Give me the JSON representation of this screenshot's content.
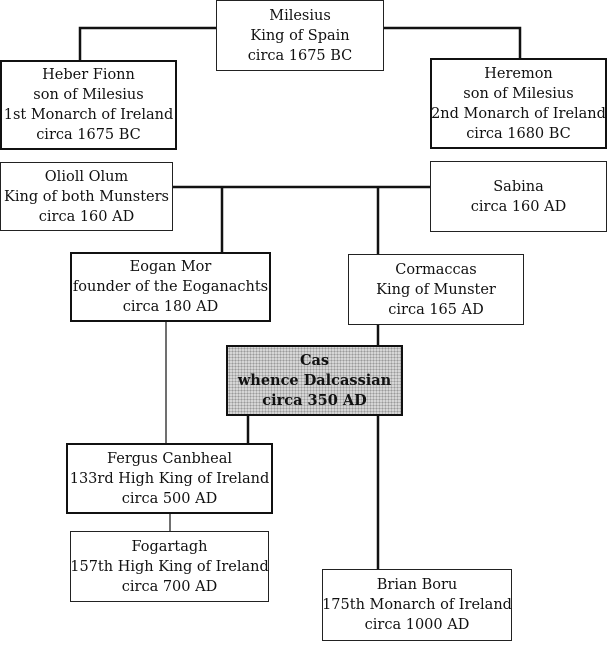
{
  "nodes": {
    "milesius": {
      "lines": [
        "Milesius",
        "King of Spain",
        "circa 1675 BC"
      ]
    },
    "heber": {
      "lines": [
        "Heber Fionn",
        "son of Milesius",
        "1st Monarch of Ireland",
        "circa 1675 BC"
      ]
    },
    "heremon": {
      "lines": [
        "Heremon",
        "son of Milesius",
        "2nd Monarch of Ireland",
        "circa 1680 BC"
      ]
    },
    "olioll": {
      "lines": [
        "Olioll Olum",
        "King of both Munsters",
        "circa 160 AD"
      ]
    },
    "sabina": {
      "lines": [
        "Sabina",
        "circa 160 AD"
      ]
    },
    "eogan": {
      "lines": [
        "Eogan Mor",
        "founder of the Eoganachts",
        "circa 180 AD"
      ]
    },
    "cormaccas": {
      "lines": [
        "Cormaccas",
        "King of Munster",
        "circa 165 AD"
      ]
    },
    "cas": {
      "lines": [
        "Cas",
        "whence Dalcassian",
        "circa 350 AD"
      ]
    },
    "fergus": {
      "lines": [
        "Fergus Canbheal",
        "133rd High King of Ireland",
        "circa 500 AD"
      ]
    },
    "fogartagh": {
      "lines": [
        "Fogartagh",
        "157th High King of Ireland",
        "circa 700 AD"
      ]
    },
    "brian": {
      "lines": [
        "Brian Boru",
        "175th Monarch of Ireland",
        "circa 1000 AD"
      ]
    }
  }
}
